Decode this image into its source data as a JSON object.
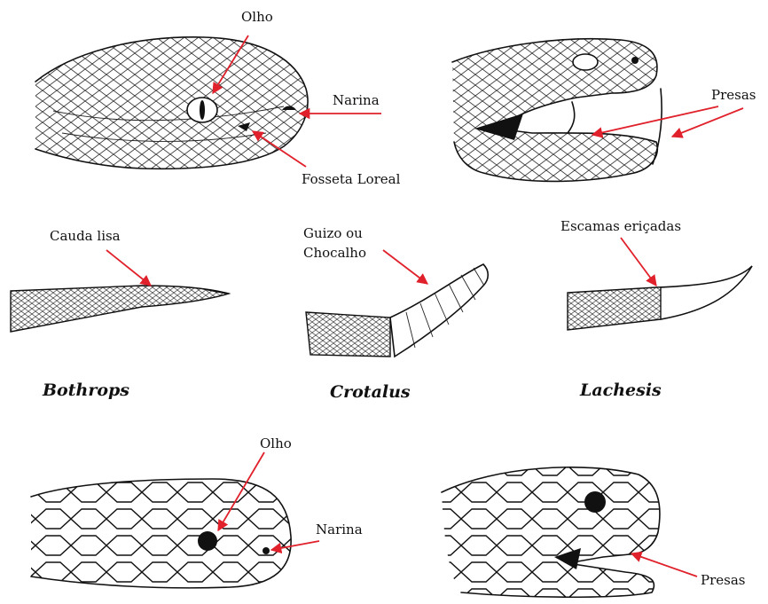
{
  "labels": {
    "olho_top": "Olho",
    "narina_top": "Narina",
    "fosseta": "Fosseta Loreal",
    "presas_top": "Presas",
    "cauda_lisa": "Cauda lisa",
    "guizo_line1": "Guizo ou",
    "guizo_line2": "Chocalho",
    "escamas": "Escamas eriçadas",
    "olho_bottom": "Olho",
    "narina_bottom": "Narina",
    "presas_bottom": "Presas"
  },
  "genera": {
    "bothrops": "Bothrops",
    "crotalus": "Crotalus",
    "lachesis": "Lachesis"
  },
  "colors": {
    "arrow": "#e0202a",
    "ink": "#111111"
  }
}
